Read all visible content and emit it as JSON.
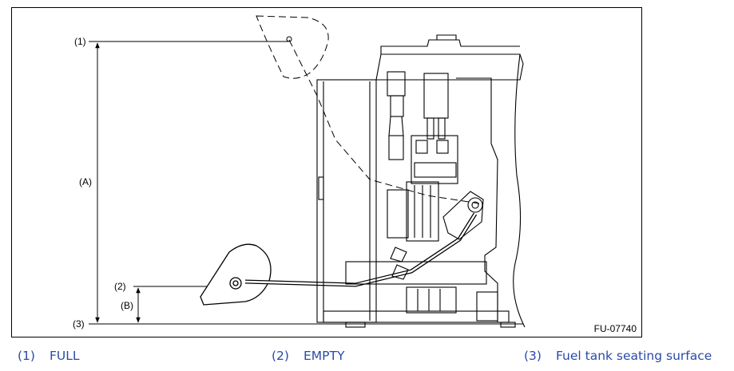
{
  "figure": {
    "labels": {
      "full_marker": "(1)",
      "empty_marker": "(2)",
      "seat_marker": "(3)",
      "dim_a": "(A)",
      "dim_b": "(B)"
    },
    "code": "FU-07740"
  },
  "legend": [
    {
      "num": "(1)",
      "text": "FULL"
    },
    {
      "num": "(2)",
      "text": "EMPTY"
    },
    {
      "num": "(3)",
      "text": "Fuel tank seating surface"
    }
  ],
  "colors": {
    "line": "#000000",
    "legend_text": "#2a4aa8"
  }
}
